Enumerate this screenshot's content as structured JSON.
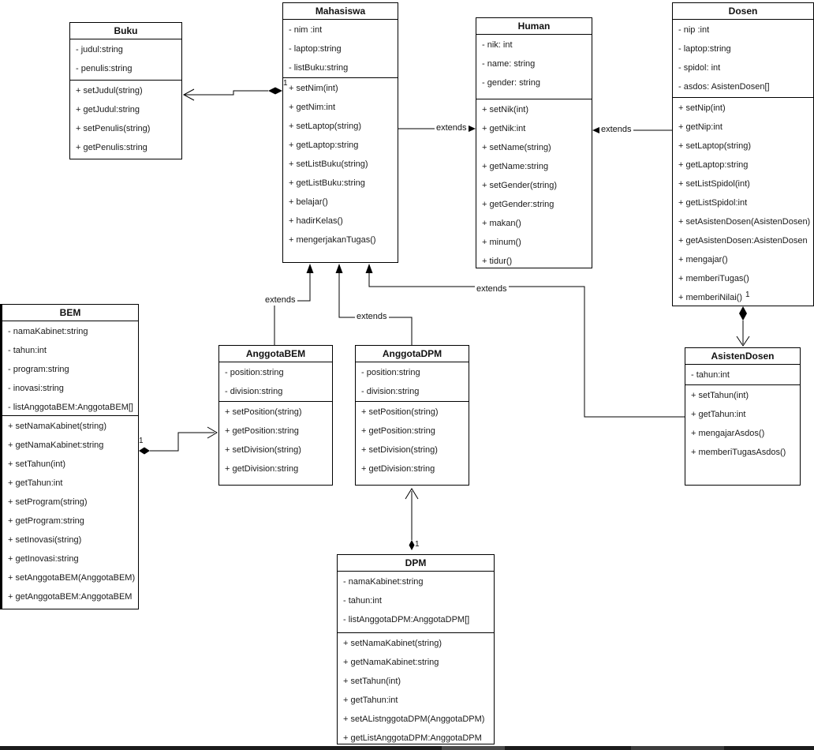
{
  "classes": {
    "buku": {
      "name": "Buku",
      "attributes": [
        "- judul:string",
        "- penulis:string"
      ],
      "methods": [
        "+ setJudul(string)",
        "+ getJudul:string",
        "+ setPenulis(string)",
        "+ getPenulis:string"
      ]
    },
    "mahasiswa": {
      "name": "Mahasiswa",
      "attributes": [
        "- nim :int",
        "- laptop:string",
        "- listBuku:string"
      ],
      "methods": [
        "+ setNim(int)",
        "+ getNim:int",
        "+ setLaptop(string)",
        "+ getLaptop:string",
        "+ setListBuku(string)",
        "+ getListBuku:string",
        "+ belajar()",
        "+ hadirKelas()",
        "+ mengerjakanTugas()"
      ]
    },
    "human": {
      "name": "Human",
      "attributes": [
        "- nik: int",
        "- name: string",
        "- gender: string"
      ],
      "methods": [
        "+ setNik(int)",
        "+ getNik:int",
        "+ setName(string)",
        "+ getName:string",
        "+ setGender(string)",
        "+ getGender:string",
        "+ makan()",
        "+ minum()",
        "+ tidur()"
      ]
    },
    "dosen": {
      "name": "Dosen",
      "attributes": [
        "- nip :int",
        "- laptop:string",
        "- spidol: int",
        "-  asdos: AsistenDosen[]"
      ],
      "methods": [
        "+ setNip(int)",
        "+ getNip:int",
        "+ setLaptop(string)",
        "+ getLaptop:string",
        "+ setListSpidol(int)",
        "+ getListSpidol:int",
        "+ setAsistenDosen(AsistenDosen)",
        "+ getAsistenDosen:AsistenDosen",
        "+ mengajar()",
        "+ memberiTugas()",
        "+ memberiNilai()"
      ]
    },
    "bem": {
      "name": "BEM",
      "attributes": [
        "- namaKabinet:string",
        "- tahun:int",
        "- program:string",
        "- inovasi:string",
        "- listAnggotaBEM:AnggotaBEM[]"
      ],
      "methods": [
        "+ setNamaKabinet(string)",
        "+ getNamaKabinet:string",
        "+ setTahun(int)",
        "+ getTahun:int",
        "+ setProgram(string)",
        "+ getProgram:string",
        "+ setInovasi(string)",
        "+ getInovasi:string",
        "+ setAnggotaBEM(AnggotaBEM)",
        "+ getAnggotaBEM:AnggotaBEM"
      ]
    },
    "anggotabem": {
      "name": "AnggotaBEM",
      "attributes": [
        "- position:string",
        "- division:string"
      ],
      "methods": [
        "+ setPosition(string)",
        "+ getPosition:string",
        "+ setDivision(string)",
        "+ getDivision:string"
      ]
    },
    "anggotadpm": {
      "name": "AnggotaDPM",
      "attributes": [
        "- position:string",
        "- division:string"
      ],
      "methods": [
        "+ setPosition(string)",
        "+ getPosition:string",
        "+ setDivision(string)",
        "+ getDivision:string"
      ]
    },
    "asistendosen": {
      "name": "AsistenDosen",
      "attributes": [
        "- tahun:int"
      ],
      "methods": [
        "+ setTahun(int)",
        "+ getTahun:int",
        "+ mengajarAsdos()",
        "+ memberiTugasAsdos()"
      ]
    },
    "dpm": {
      "name": "DPM",
      "attributes": [
        "- namaKabinet:string",
        "- tahun:int",
        "- listAnggotaDPM:AnggotaDPM[]"
      ],
      "methods": [
        "+ setNamaKabinet(string)",
        "+ getNamaKabinet:string",
        "+ setTahun(int)",
        "+ getTahun:int",
        "+ setAListnggotaDPM(AnggotaDPM)",
        "+ getListAnggotaDPM:AnggotaDPM"
      ]
    }
  },
  "relationships": [
    {
      "from": "Mahasiswa",
      "to": "Buku",
      "type": "composition",
      "multiplicity": "1"
    },
    {
      "from": "Mahasiswa",
      "to": "Human",
      "type": "extends",
      "label": "extends"
    },
    {
      "from": "Dosen",
      "to": "Human",
      "type": "extends",
      "label": "extends"
    },
    {
      "from": "AnggotaBEM",
      "to": "Mahasiswa",
      "type": "extends",
      "label": "extends"
    },
    {
      "from": "AnggotaDPM",
      "to": "Mahasiswa",
      "type": "extends",
      "label": "extends"
    },
    {
      "from": "AsistenDosen",
      "to": "Mahasiswa",
      "type": "extends",
      "label": "extends"
    },
    {
      "from": "BEM",
      "to": "AnggotaBEM",
      "type": "composition",
      "multiplicity": "1"
    },
    {
      "from": "DPM",
      "to": "AnggotaDPM",
      "type": "composition",
      "multiplicity": "1"
    },
    {
      "from": "Dosen",
      "to": "AsistenDosen",
      "type": "composition",
      "multiplicity": "1"
    }
  ],
  "colors": {
    "line": "#000000",
    "box_fill": "#ffffff",
    "box_border": "#000000",
    "background": "#ffffff",
    "taskbar": "#1c1c1c"
  }
}
